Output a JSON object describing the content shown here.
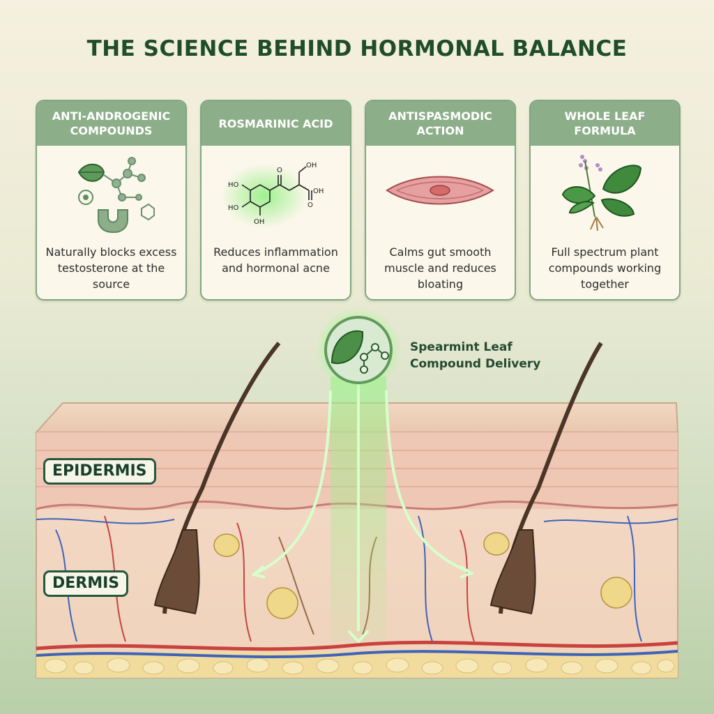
{
  "title": "THE SCIENCE BEHIND HORMONAL BALANCE",
  "cards": [
    {
      "heading": "ANTI-ANDROGENIC COMPOUNDS",
      "icon": "leaf-molecule-receptor-icon",
      "description": "Naturally blocks excess testosterone at the source"
    },
    {
      "heading": "ROSMARINIC ACID",
      "icon": "chemical-structure-icon",
      "description": "Reduces inflammation and hormonal acne"
    },
    {
      "heading": "ANTISPASMODIC ACTION",
      "icon": "smooth-muscle-icon",
      "description": "Calms gut smooth muscle and reduces bloating"
    },
    {
      "heading": "WHOLE LEAF FORMULA",
      "icon": "mint-plant-icon",
      "description": "Full spectrum plant compounds working together"
    }
  ],
  "molecule_labels": {
    "hydroxyl": "HO",
    "oh": "OH",
    "carbonyl": "O"
  },
  "delivery": {
    "line1": "Spearmint Leaf",
    "line2": "Compound Delivery",
    "icon": "leaf-molecule-icon"
  },
  "layers": {
    "epidermis": "EPIDERMIS",
    "dermis": "DERMIS"
  },
  "colors": {
    "title": "#1f4d2c",
    "card_header": "#8cae88",
    "glow": "#7ee07a",
    "label_border": "#25573a"
  }
}
